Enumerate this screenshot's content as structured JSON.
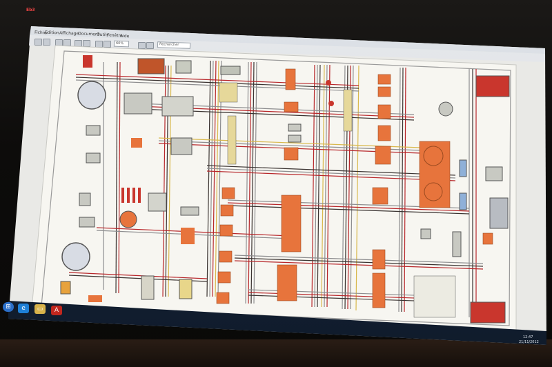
{
  "monitor": {
    "badge": "Eb3"
  },
  "toolbar": {
    "zoom": "60%",
    "search_placeholder": "Rechercher"
  },
  "menubar": {
    "items": [
      "Fichier",
      "Edition",
      "Affichage",
      "Document",
      "Outils",
      "Fenêtre",
      "Aide"
    ]
  },
  "taskbar": {
    "time": "12:47",
    "date": "21/11/2012"
  },
  "colors": {
    "paper": "#f7f6f1",
    "wire_red": "#b7262a",
    "wire_dark": "#3a3331",
    "wire_grey": "#8d8d8f",
    "wire_yellow": "#d8b84c",
    "block_orange": "#e7743c",
    "module_red": "#c9362d"
  }
}
